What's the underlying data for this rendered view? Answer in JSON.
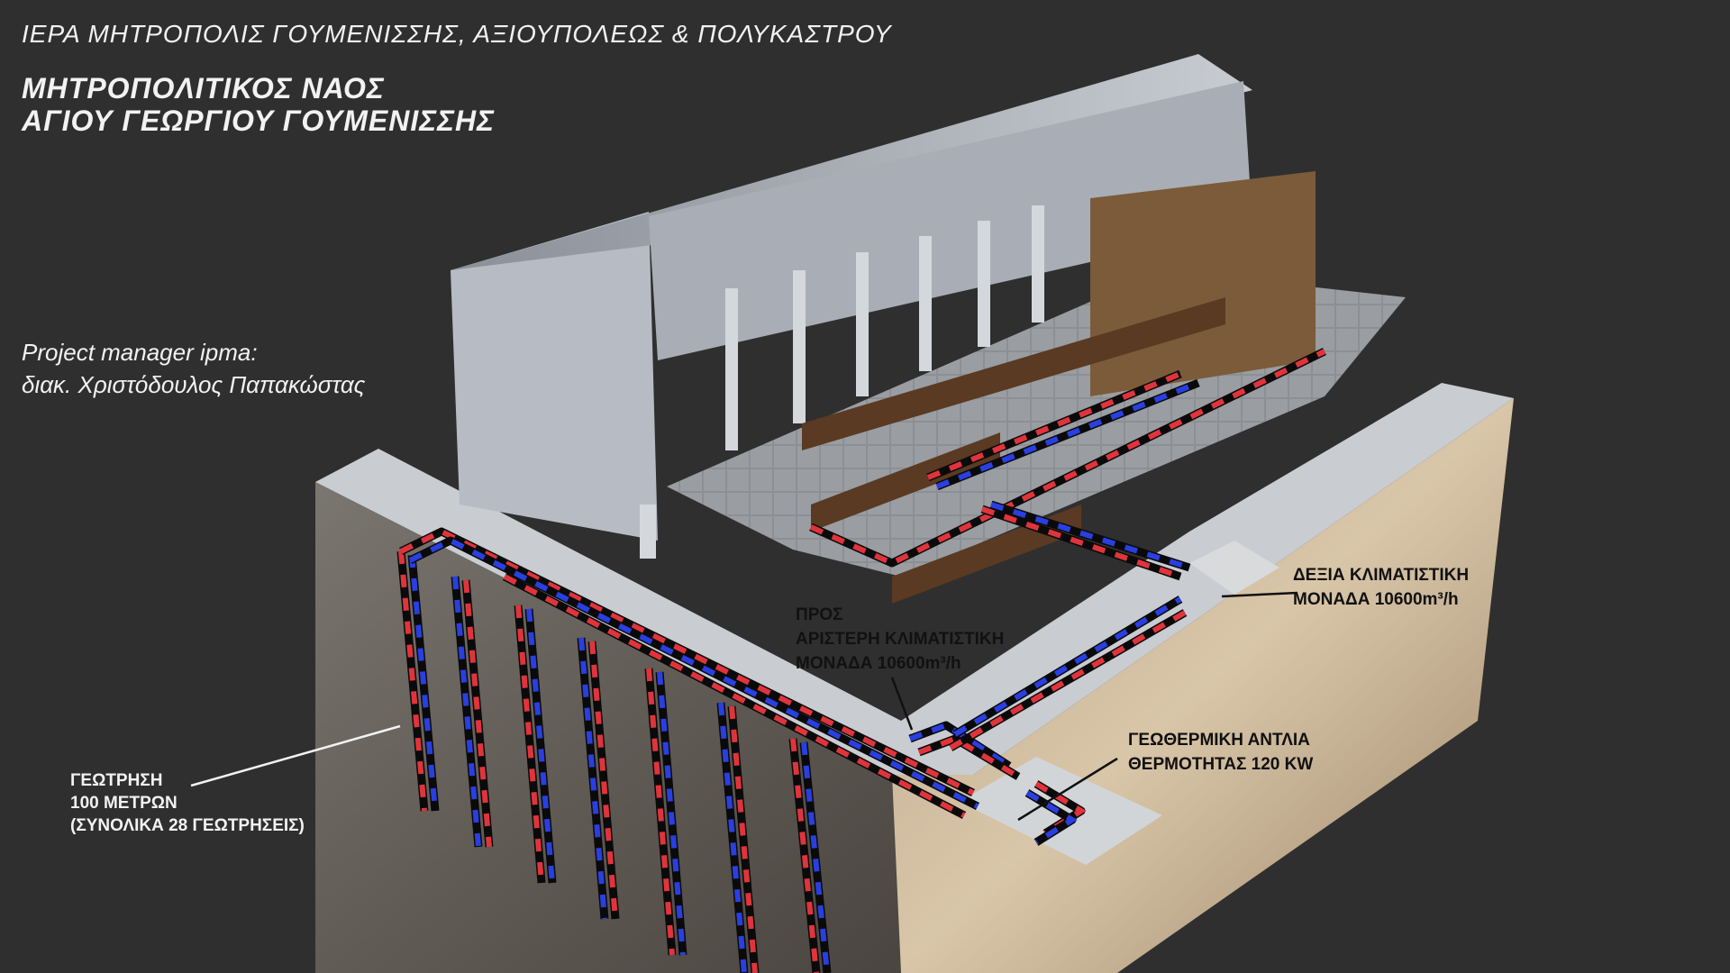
{
  "header": {
    "diocese": "ΙΕΡΑ ΜΗΤΡΟΠΟΛΙΣ ΓΟΥΜΕΝΙΣΣΗΣ, ΑΞΙΟΥΠΟΛΕΩΣ & ΠΟΛΥΚΑΣΤΡΟΥ",
    "title_line1": "ΜΗΤΡΟΠΟΛΙΤΙΚΟΣ ΝΑΟΣ",
    "title_line2": "ΑΓΙΟΥ ΓΕΩΡΓΙΟΥ ΓΟΥΜΕΝΙΣΣΗΣ"
  },
  "credits": {
    "role": "Project manager ipma:",
    "name": "διακ. Χριστόδουλος Παπακώστας"
  },
  "labels": {
    "right_unit": {
      "line1": "ΔΕΞΙΑ ΚΛΙΜΑΤΙΣΤΙΚΗ",
      "line2": "ΜΟΝΑΔΑ 10600m³/h"
    },
    "left_unit": {
      "line1": "ΠΡΟΣ",
      "line2": "ΑΡΙΣΤΕΡΗ ΚΛΙΜΑΤΙΣΤΙΚΗ",
      "line3": "ΜΟΝΑΔΑ 10600m³/h"
    },
    "heat_pump": {
      "line1": "ΓΕΩΘΕΡΜΙΚΗ ΑΝΤΛΙΑ",
      "line2": "ΘΕΡΜΟΤΗΤΑΣ 120 KW"
    },
    "boreholes": {
      "line1": "ΓΕΩΤΡΗΣΗ",
      "line2": "100 ΜΕΤΡΩΝ",
      "line3": "(ΣΥΝΟΛΙΚΑ 28 ΓΕΩΤΡΗΣΕΙΣ)"
    }
  },
  "colors": {
    "background": "#2f2f2f",
    "pipe_hot": "#e0343c",
    "pipe_cold": "#2a3fe0",
    "pipe_base": "#0a0a0a"
  }
}
